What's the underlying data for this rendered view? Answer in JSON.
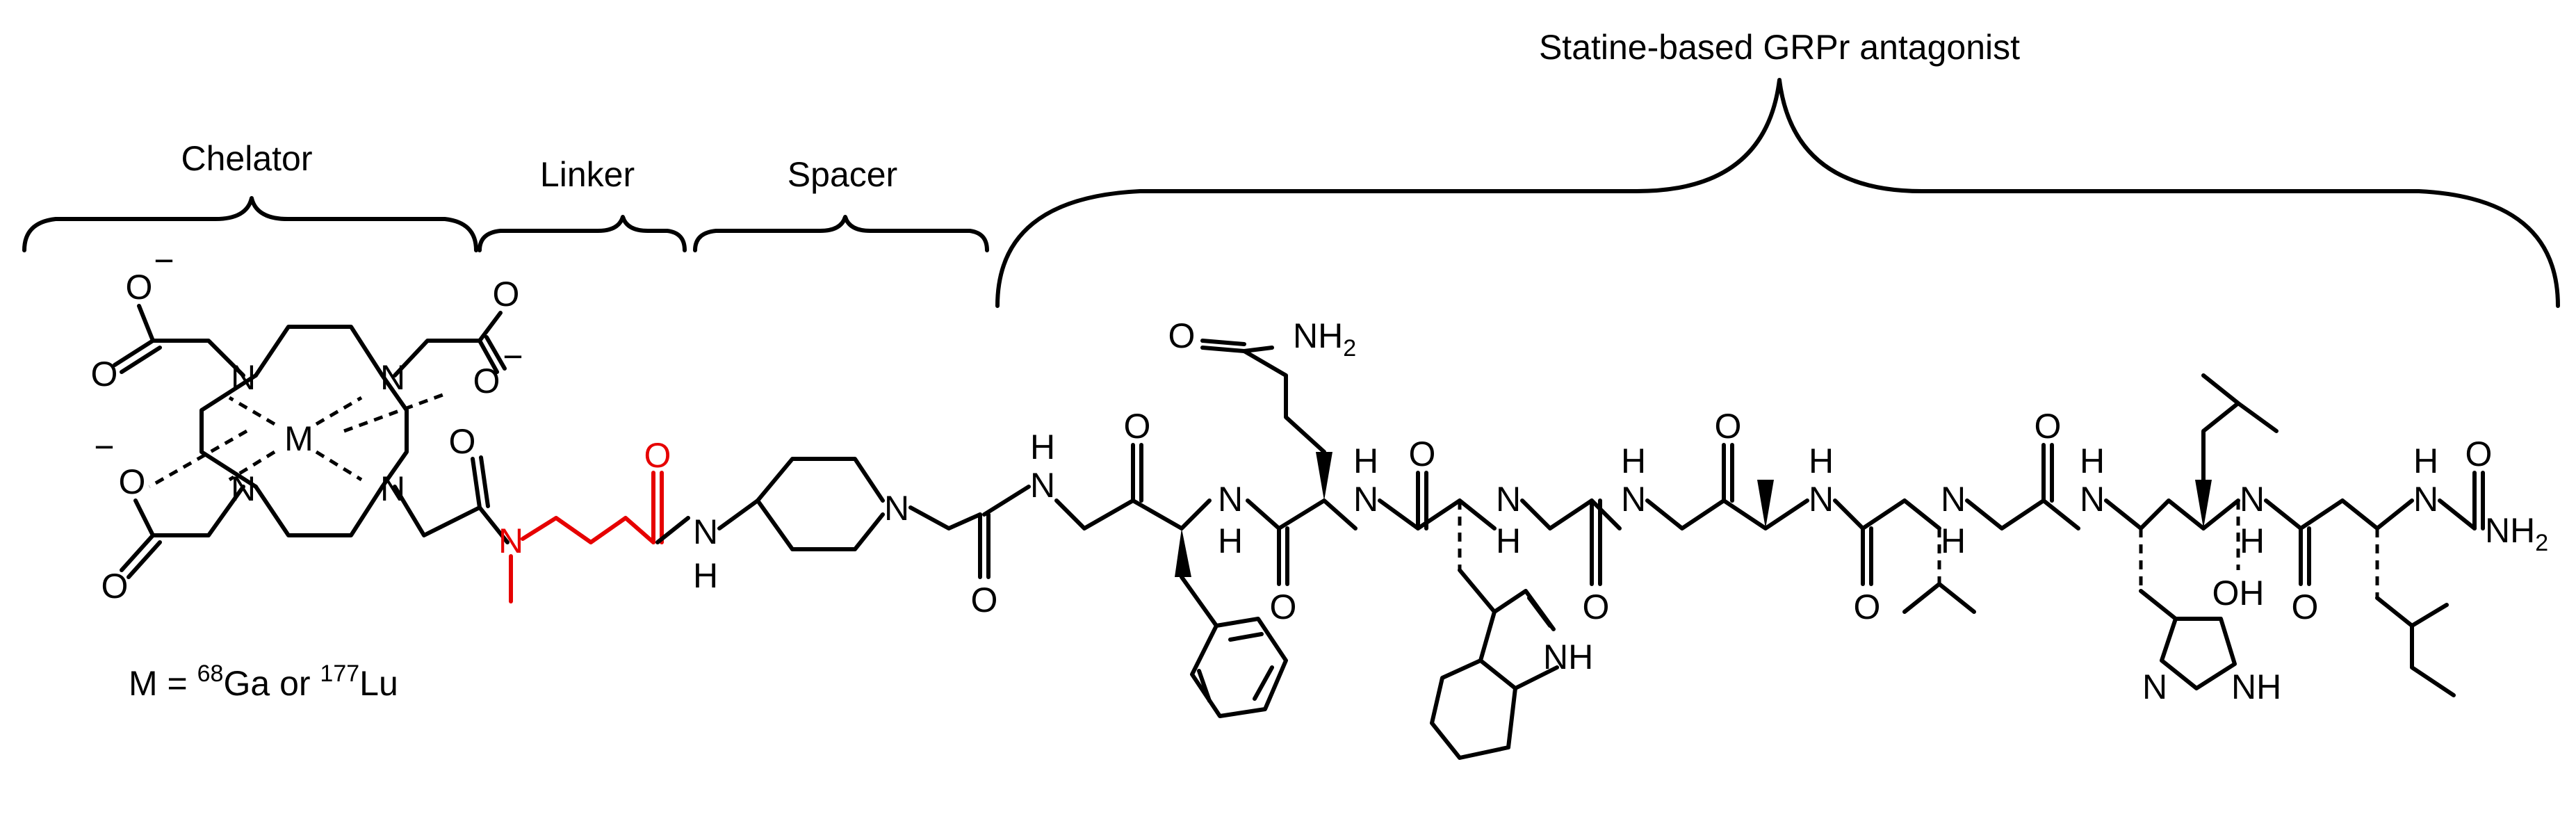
{
  "sections": {
    "chelator": "Chelator",
    "linker": "Linker",
    "spacer": "Spacer",
    "antagonist": "Statine-based GRPr antagonist"
  },
  "metal_note": {
    "prefix": "M = ",
    "iso1_mass": "68",
    "iso1_symbol": "Ga",
    "connector": " or ",
    "iso2_mass": "177",
    "iso2_symbol": "Lu"
  },
  "atoms": {
    "metal": "M",
    "O": "O",
    "N": "N",
    "H": "H",
    "NH": "NH",
    "OH": "OH",
    "NH2_base": "NH",
    "sub2": "2",
    "minus": "−"
  },
  "colors": {
    "linker_highlight": "#e60000",
    "ink": "#000000"
  }
}
